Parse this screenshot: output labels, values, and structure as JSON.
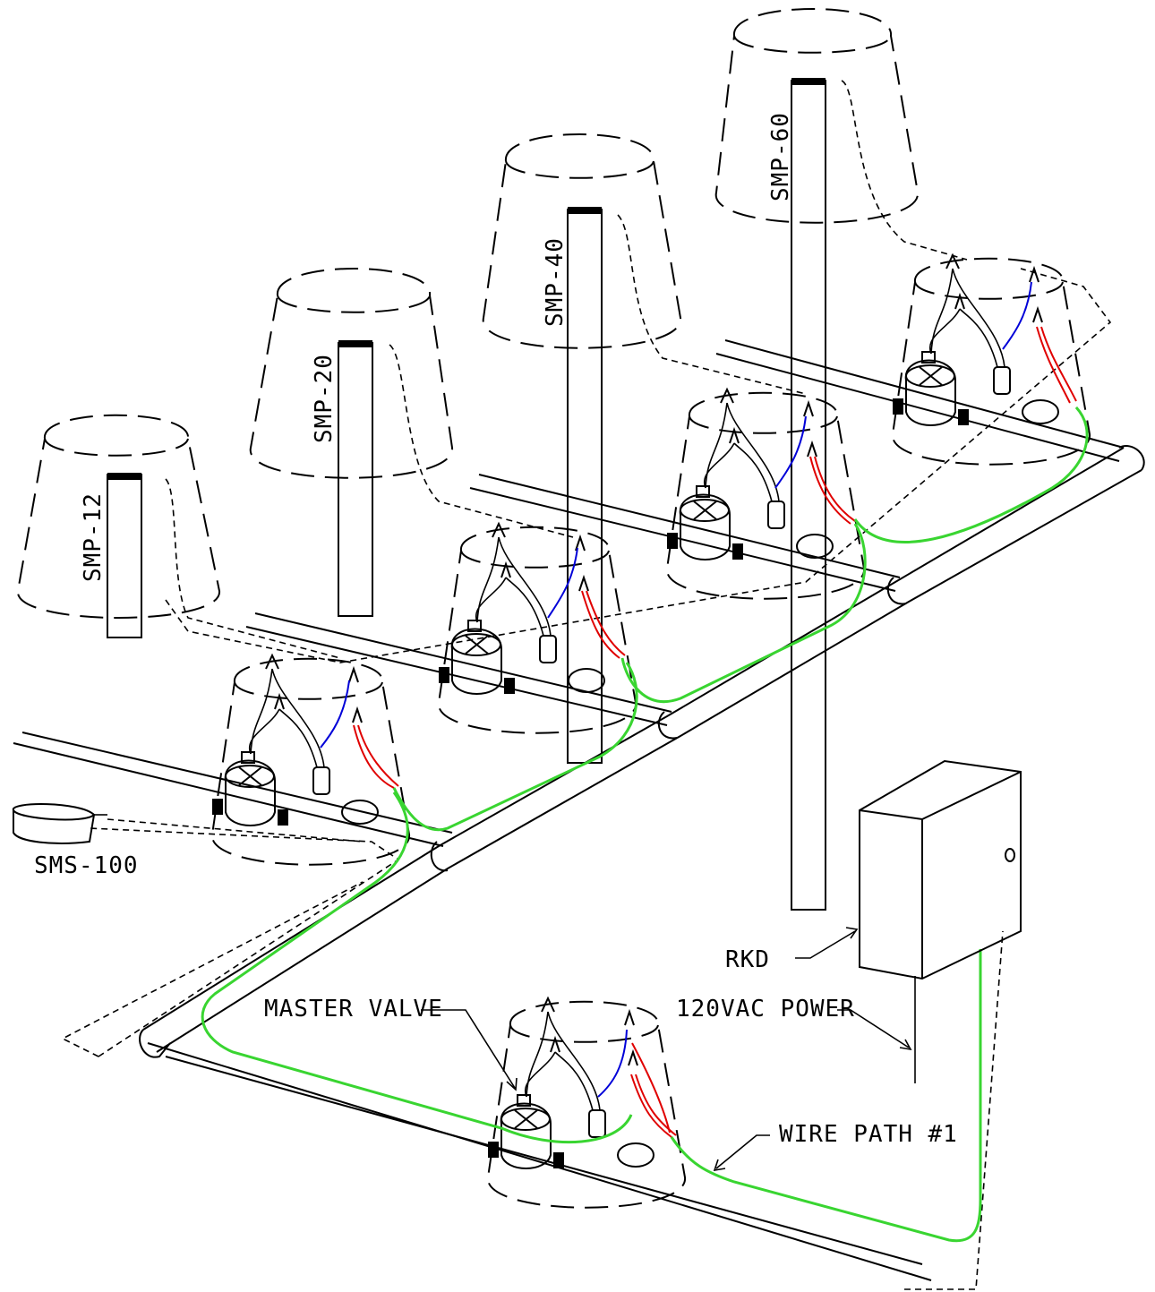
{
  "labels": {
    "smp12": "SMP-12",
    "smp20": "SMP-20",
    "smp40": "SMP-40",
    "smp60": "SMP-60",
    "sms100": "SMS-100",
    "rkd": "RKD",
    "master_valve": "MASTER VALVE",
    "power": "120VAC POWER",
    "wire_path": "WIRE PATH #1"
  },
  "colors": {
    "wire_green": "#39d531",
    "wire_red": "#e00000",
    "wire_blue": "#0000d8",
    "line": "#000000"
  }
}
